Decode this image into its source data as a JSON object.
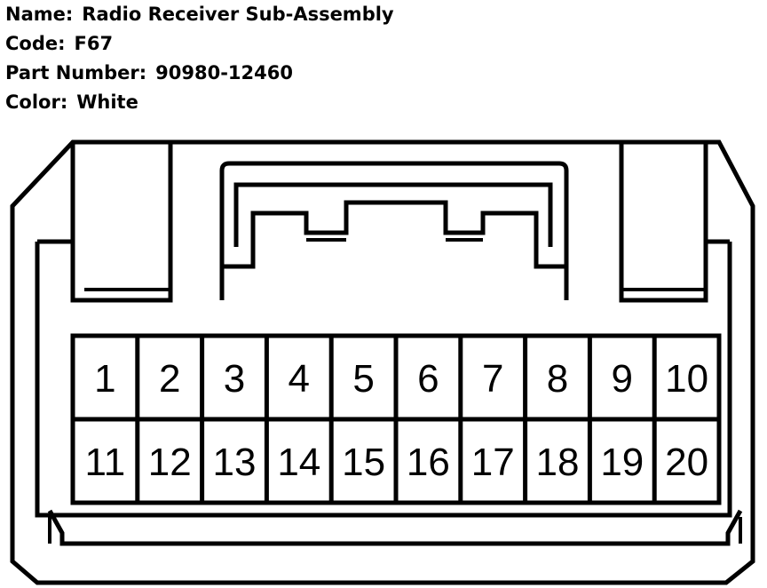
{
  "header": {
    "name_label": "Name:",
    "name_value": "Radio Receiver Sub-Assembly",
    "code_label": "Code:",
    "code_value": "F67",
    "part_label": "Part Number:",
    "part_value": "90980-12460",
    "color_label": "Color:",
    "color_value": "White"
  },
  "connector": {
    "rows": [
      [
        "1",
        "2",
        "3",
        "4",
        "5",
        "6",
        "7",
        "8",
        "9",
        "10"
      ],
      [
        "11",
        "12",
        "13",
        "14",
        "15",
        "16",
        "17",
        "18",
        "19",
        "20"
      ]
    ]
  }
}
